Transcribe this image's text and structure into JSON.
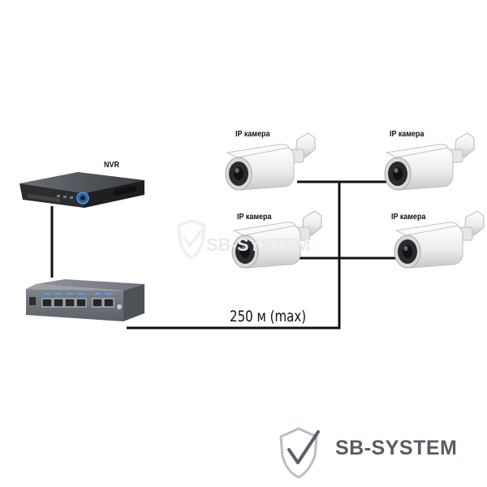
{
  "labels": {
    "nvr": "NVR",
    "camera_1": "IP камера",
    "camera_2": "IP камера",
    "camera_3": "IP камера",
    "camera_4": "IP камера",
    "distance": "250 м (max)"
  },
  "watermark": {
    "text": "SB-SYSTEM"
  },
  "brand": {
    "name": "SB-SYSTEM"
  },
  "colors": {
    "cable": "#111111",
    "brand_text": "#555c65",
    "watermark": "#e6ebef",
    "camera_body": "#f2f2f2"
  }
}
